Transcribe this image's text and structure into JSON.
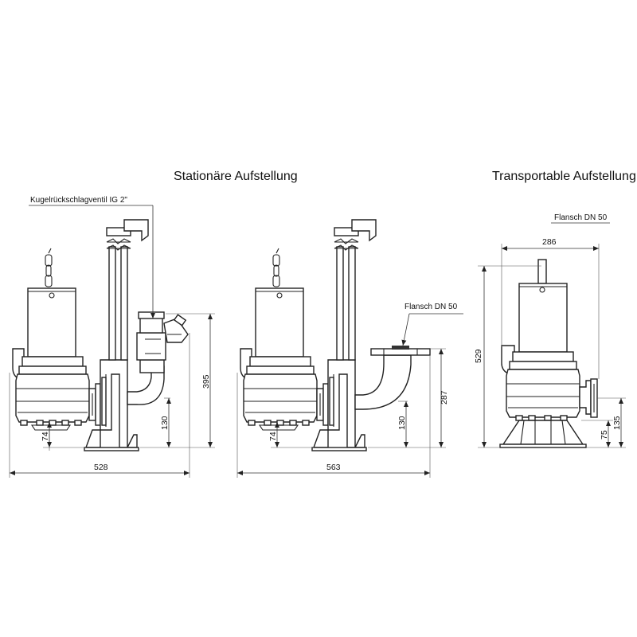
{
  "titles": {
    "stationary": "Stationäre Aufstellung",
    "transportable": "Transportable Aufstellung"
  },
  "labels": {
    "check_valve": "Kugelrückschlagventil IG 2\"",
    "flange_middle": "Flansch DN 50",
    "flange_right": "Flansch DN 50"
  },
  "dimensions": {
    "left": {
      "total_width": "528",
      "height_valve": "395",
      "height_outlet": "130",
      "height_base": "74"
    },
    "middle": {
      "total_width": "563",
      "height_flange": "287",
      "height_outlet": "130",
      "height_base": "74"
    },
    "right": {
      "width": "286",
      "height_total": "529",
      "height_outlet": "135",
      "height_feet": "75"
    }
  }
}
